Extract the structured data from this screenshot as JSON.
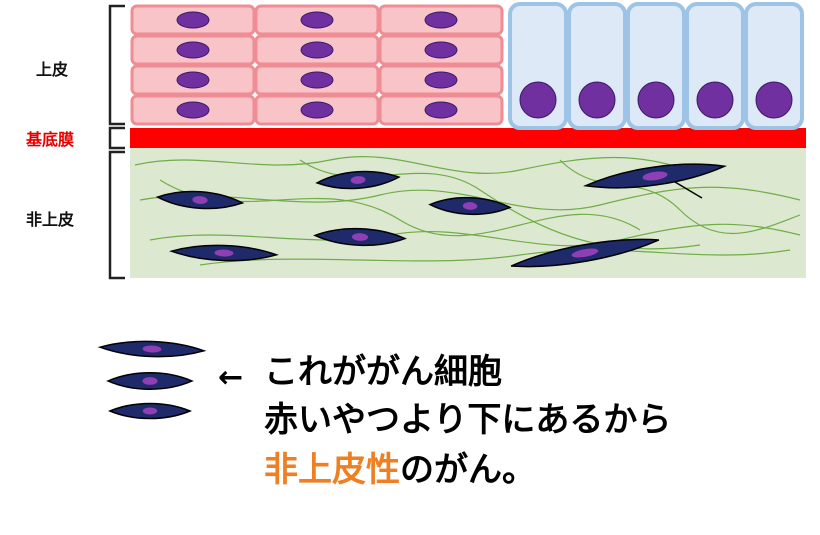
{
  "labels": {
    "epithelium": "上皮",
    "basement_membrane": "基底膜",
    "non_epithelium": "非上皮"
  },
  "caption": {
    "line1": "これががん細胞",
    "line2": "赤いやつより下にあるから",
    "line3_highlight": "非上皮性",
    "line3_rest": "のがん。"
  },
  "colors": {
    "squamous_cell_fill": "#f9c4c8",
    "squamous_cell_border": "#f08c93",
    "nucleus": "#7030a0",
    "columnar_cell_fill": "#dde9f7",
    "columnar_cell_border": "#9dc3e6",
    "basement_membrane": "#ff0000",
    "connective_tissue": "#dce8cf",
    "fiber": "#70ad47",
    "cancer_cell": "#1f2a6b",
    "highlight_text": "#ee7f22"
  },
  "icons": {
    "arrow": "left-arrow-icon"
  }
}
